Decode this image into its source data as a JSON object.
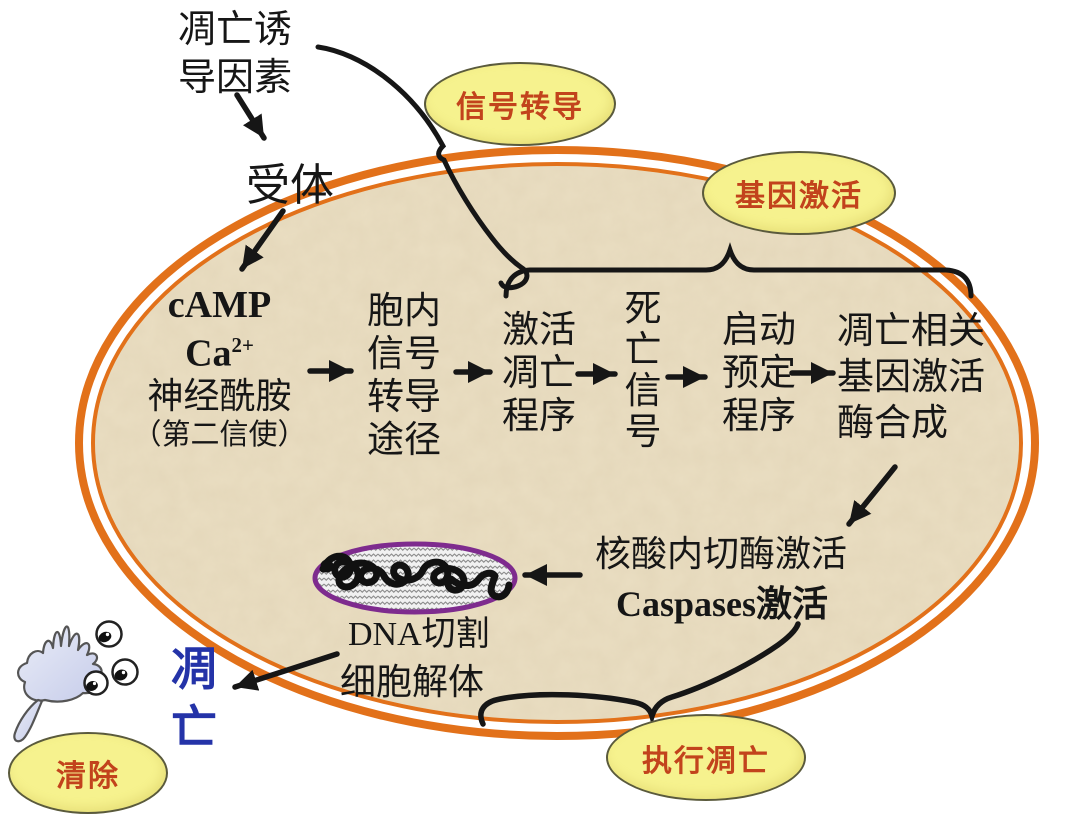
{
  "colors": {
    "membrane_orange": "#E2711A",
    "cell_fill": "#EADEC2",
    "badge_fill": "#F6F28E",
    "badge_text": "#C2431C",
    "text_black": "#161616",
    "apoptosis_blue": "#2433A8",
    "dna_ellipse_outline": "#7E2B8E"
  },
  "inducer": {
    "line1": "凋亡诱",
    "line2": "导因素"
  },
  "receptor": "受体",
  "badges": {
    "signal_transduction": "信号转导",
    "gene_activation": "基因激活",
    "execute_apoptosis": "执行凋亡",
    "clearance": "清除"
  },
  "second_messengers": {
    "line1": "cAMP",
    "line2_base": "Ca",
    "line2_sup": "2+",
    "line3": "神经酰胺",
    "line4": "（第二信使）"
  },
  "intracellular_pathway": {
    "line1": "胞内",
    "line2": "信号",
    "line3": "转导",
    "line4": "途径"
  },
  "activate_program": {
    "line1": "激活",
    "line2": "凋亡",
    "line3": "程序"
  },
  "death_signal": {
    "line1": "死",
    "line2": "亡",
    "line3": "信",
    "line4": "号"
  },
  "initiate_program": {
    "line1": "启动",
    "line2": "预定",
    "line3": "程序"
  },
  "apoptosis_genes": {
    "line1": "凋亡相关",
    "line2": "基因激活",
    "line3": "酶合成"
  },
  "enzyme_activation": {
    "line1": "核酸内切酶激活",
    "line2": "Caspases激活"
  },
  "dna_cleavage": "DNA切割",
  "cell_disintegration": "细胞解体",
  "apoptosis": {
    "char1": "凋",
    "char2": "亡"
  }
}
